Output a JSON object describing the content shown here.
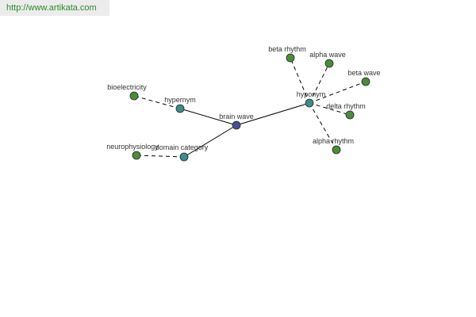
{
  "url": "http://www.artikata.com",
  "colors": {
    "center": "#4a4e9a",
    "relation": "#3f8a8a",
    "leaf": "#4e8a3e",
    "edge": "#000000"
  },
  "nodes": [
    {
      "id": "brain_wave",
      "label": "brain wave",
      "type": "center"
    },
    {
      "id": "hypernym",
      "label": "hypernym",
      "type": "relation"
    },
    {
      "id": "hyponym",
      "label": "hyponym",
      "type": "relation"
    },
    {
      "id": "domain_category",
      "label": "domain category",
      "type": "relation"
    },
    {
      "id": "bioelectricity",
      "label": "bioelectricity",
      "type": "leaf"
    },
    {
      "id": "neurophysiology",
      "label": "neurophysiology",
      "type": "leaf"
    },
    {
      "id": "beta_rhythm",
      "label": "beta rhythm",
      "type": "leaf"
    },
    {
      "id": "alpha_wave",
      "label": "alpha wave",
      "type": "leaf"
    },
    {
      "id": "beta_wave",
      "label": "beta wave",
      "type": "leaf"
    },
    {
      "id": "delta_rhythm",
      "label": "delta rhythm",
      "type": "leaf"
    },
    {
      "id": "alpha_rhythm",
      "label": "alpha rhythm",
      "type": "leaf"
    }
  ],
  "edges": [
    {
      "from": "brain_wave",
      "to": "hypernym",
      "style": "solid"
    },
    {
      "from": "brain_wave",
      "to": "hyponym",
      "style": "solid"
    },
    {
      "from": "brain_wave",
      "to": "domain_category",
      "style": "solid"
    },
    {
      "from": "hypernym",
      "to": "bioelectricity",
      "style": "dashed"
    },
    {
      "from": "domain_category",
      "to": "neurophysiology",
      "style": "dashed"
    },
    {
      "from": "hyponym",
      "to": "beta_rhythm",
      "style": "dashed"
    },
    {
      "from": "hyponym",
      "to": "alpha_wave",
      "style": "dashed"
    },
    {
      "from": "hyponym",
      "to": "beta_wave",
      "style": "dashed"
    },
    {
      "from": "hyponym",
      "to": "delta_rhythm",
      "style": "dashed"
    },
    {
      "from": "hyponym",
      "to": "alpha_rhythm",
      "style": "dashed"
    }
  ]
}
